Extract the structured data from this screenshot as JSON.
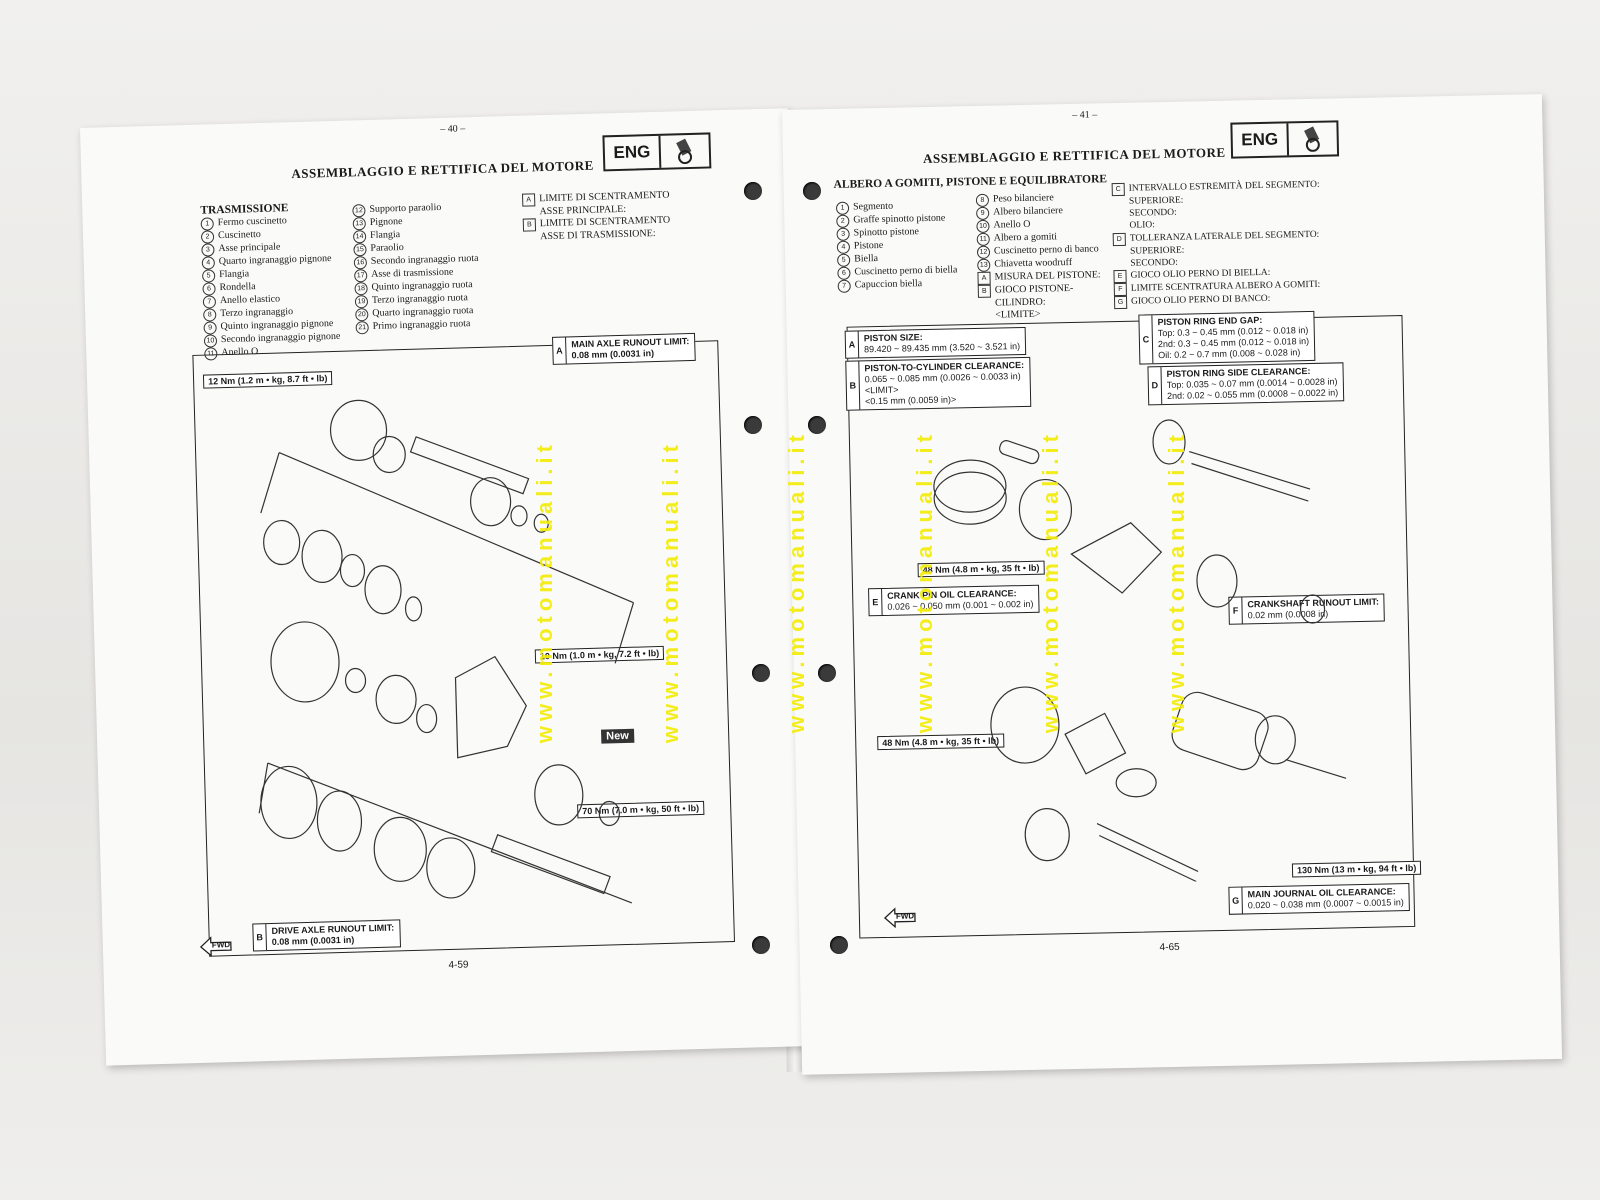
{
  "left_page": {
    "page_top": "– 40 –",
    "header_title": "ASSEMBLAGGIO E RETTIFICA DEL MOTORE",
    "eng_label": "ENG",
    "section_title": "TRASMISSIONE",
    "items_col1": [
      {
        "n": "1",
        "t": "Fermo cuscinetto"
      },
      {
        "n": "2",
        "t": "Cuscinetto"
      },
      {
        "n": "3",
        "t": "Asse principale"
      },
      {
        "n": "4",
        "t": "Quarto ingranaggio pignone"
      },
      {
        "n": "5",
        "t": "Flangia"
      },
      {
        "n": "6",
        "t": "Rondella"
      },
      {
        "n": "7",
        "t": "Anello elastico"
      },
      {
        "n": "8",
        "t": "Terzo ingranaggio"
      },
      {
        "n": "9",
        "t": "Quinto ingranaggio pignone"
      },
      {
        "n": "10",
        "t": "Secondo ingranaggio pignone"
      },
      {
        "n": "11",
        "t": "Anello O"
      }
    ],
    "items_col2": [
      {
        "n": "12",
        "t": "Supporto paraolio"
      },
      {
        "n": "13",
        "t": "Pignone"
      },
      {
        "n": "14",
        "t": "Flangia"
      },
      {
        "n": "15",
        "t": "Paraolio"
      },
      {
        "n": "16",
        "t": "Secondo ingranaggio ruota"
      },
      {
        "n": "17",
        "t": "Asse di trasmissione"
      },
      {
        "n": "18",
        "t": "Quinto ingranaggio ruota"
      },
      {
        "n": "19",
        "t": "Terzo ingranaggio ruota"
      },
      {
        "n": "20",
        "t": "Quarto ingranaggio ruota"
      },
      {
        "n": "21",
        "t": "Primo ingranaggio ruota"
      }
    ],
    "items_col3": [
      {
        "n": "A",
        "t": "LIMITE DI SCENTRAMENTO"
      },
      {
        "n": "",
        "t": "ASSE PRINCIPALE:"
      },
      {
        "n": "B",
        "t": "LIMITE DI SCENTRAMENTO"
      },
      {
        "n": "",
        "t": "ASSE DI TRASMISSIONE:"
      }
    ],
    "spec_a": {
      "letter": "A",
      "title": "MAIN AXLE RUNOUT LIMIT:",
      "value": "0.08 mm (0.0031 in)"
    },
    "spec_b": {
      "letter": "B",
      "title": "DRIVE AXLE RUNOUT LIMIT:",
      "value": "0.08 mm (0.0031 in)"
    },
    "torque_1": "12 Nm (1.2 m • kg, 8.7 ft • lb)",
    "torque_2": "10 Nm (1.0 m • kg, 7.2 ft • lb)",
    "torque_3": "70 Nm (7.0 m • kg, 50 ft • lb)",
    "new_tag": "New",
    "fwd": "FWD",
    "page_bottom": "4-59"
  },
  "right_page": {
    "page_top": "– 41 –",
    "header_title": "ASSEMBLAGGIO E RETTIFICA DEL MOTORE",
    "eng_label": "ENG",
    "section_title": "ALBERO A GOMITI, PISTONE E EQUILIBRATORE",
    "items_col1": [
      {
        "n": "1",
        "t": "Segmento"
      },
      {
        "n": "2",
        "t": "Graffe spinotto pistone"
      },
      {
        "n": "3",
        "t": "Spinotto pistone"
      },
      {
        "n": "4",
        "t": "Pistone"
      },
      {
        "n": "5",
        "t": "Biella"
      },
      {
        "n": "6",
        "t": "Cuscinetto perno di biella"
      },
      {
        "n": "7",
        "t": "Capuccion biella"
      }
    ],
    "items_col2": [
      {
        "n": "8",
        "t": "Peso bilanciere"
      },
      {
        "n": "9",
        "t": "Albero bilanciere"
      },
      {
        "n": "10",
        "t": "Anello O"
      },
      {
        "n": "11",
        "t": "Albero a gomiti"
      },
      {
        "n": "12",
        "t": "Cuscinetto perno di banco"
      },
      {
        "n": "13",
        "t": "Chiavetta woodruff"
      },
      {
        "n": "A",
        "t": "MISURA DEL PISTONE:"
      },
      {
        "n": "B",
        "t": "GIOCO PISTONE-"
      },
      {
        "n": "",
        "t": "CILINDRO:"
      },
      {
        "n": "",
        "t": "<LIMITE>"
      }
    ],
    "items_col3": [
      {
        "n": "C",
        "t": "INTERVALLO ESTREMITÀ DEL SEGMENTO:"
      },
      {
        "n": "",
        "t": "SUPERIORE:"
      },
      {
        "n": "",
        "t": "SECONDO:"
      },
      {
        "n": "",
        "t": "OLIO:"
      },
      {
        "n": "D",
        "t": "TOLLERANZA LATERALE DEL SEGMENTO:"
      },
      {
        "n": "",
        "t": "SUPERIORE:"
      },
      {
        "n": "",
        "t": "SECONDO:"
      },
      {
        "n": "E",
        "t": "GIOCO OLIO PERNO DI BIELLA:"
      },
      {
        "n": "F",
        "t": "LIMITE SCENTRATURA ALBERO A GOMITI:"
      },
      {
        "n": "G",
        "t": "GIOCO OLIO PERNO DI BANCO:"
      }
    ],
    "spec_a": {
      "letter": "A",
      "title": "PISTON SIZE:",
      "value": "89.420 ~ 89.435 mm (3.520 ~ 3.521 in)"
    },
    "spec_b": {
      "letter": "B",
      "title": "PISTON-TO-CYLINDER CLEARANCE:",
      "value": "0.065 ~ 0.085 mm (0.0026 ~ 0.0033 in)",
      "limit_label": "<LIMIT>",
      "limit_value": "<0.15 mm (0.0059 in)>"
    },
    "spec_c": {
      "letter": "C",
      "title": "PISTON RING END GAP:",
      "l1": "Top: 0.3 ~ 0.45 mm (0.012 ~ 0.018 in)",
      "l2": "2nd: 0.3 ~ 0.45 mm (0.012 ~ 0.018 in)",
      "l3": "Oil:   0.2 ~ 0.7 mm (0.008 ~ 0.028 in)"
    },
    "spec_d": {
      "letter": "D",
      "title": "PISTON RING SIDE CLEARANCE:",
      "l1": "Top: 0.035 ~ 0.07 mm (0.0014 ~ 0.0028 in)",
      "l2": "2nd: 0.02 ~ 0.055 mm (0.0008 ~ 0.0022 in)"
    },
    "spec_e": {
      "letter": "E",
      "title": "CRANK PIN OIL CLEARANCE:",
      "value": "0.026 ~ 0.050 mm (0.001 ~ 0.002 in)"
    },
    "spec_f": {
      "letter": "F",
      "title": "CRANKSHAFT RUNOUT LIMIT:",
      "value": "0.02 mm (0.0008 in)"
    },
    "spec_g": {
      "letter": "G",
      "title": "MAIN JOURNAL OIL CLEARANCE:",
      "value": "0.020 ~ 0.038 mm (0.0007 ~ 0.0015 in)"
    },
    "torque_1": "48 Nm (4.8 m • kg, 35 ft • lb)",
    "torque_2": "48 Nm (4.8 m • kg, 35 ft • lb)",
    "torque_3": "130 Nm (13 m • kg, 94 ft • lb)",
    "fwd": "FWD",
    "page_bottom": "4-65"
  },
  "watermark": "www.motomanuali.it",
  "colors": {
    "watermark": "#f4ec0a",
    "paper": "#fafaf9",
    "ink": "#1a1a1a"
  }
}
